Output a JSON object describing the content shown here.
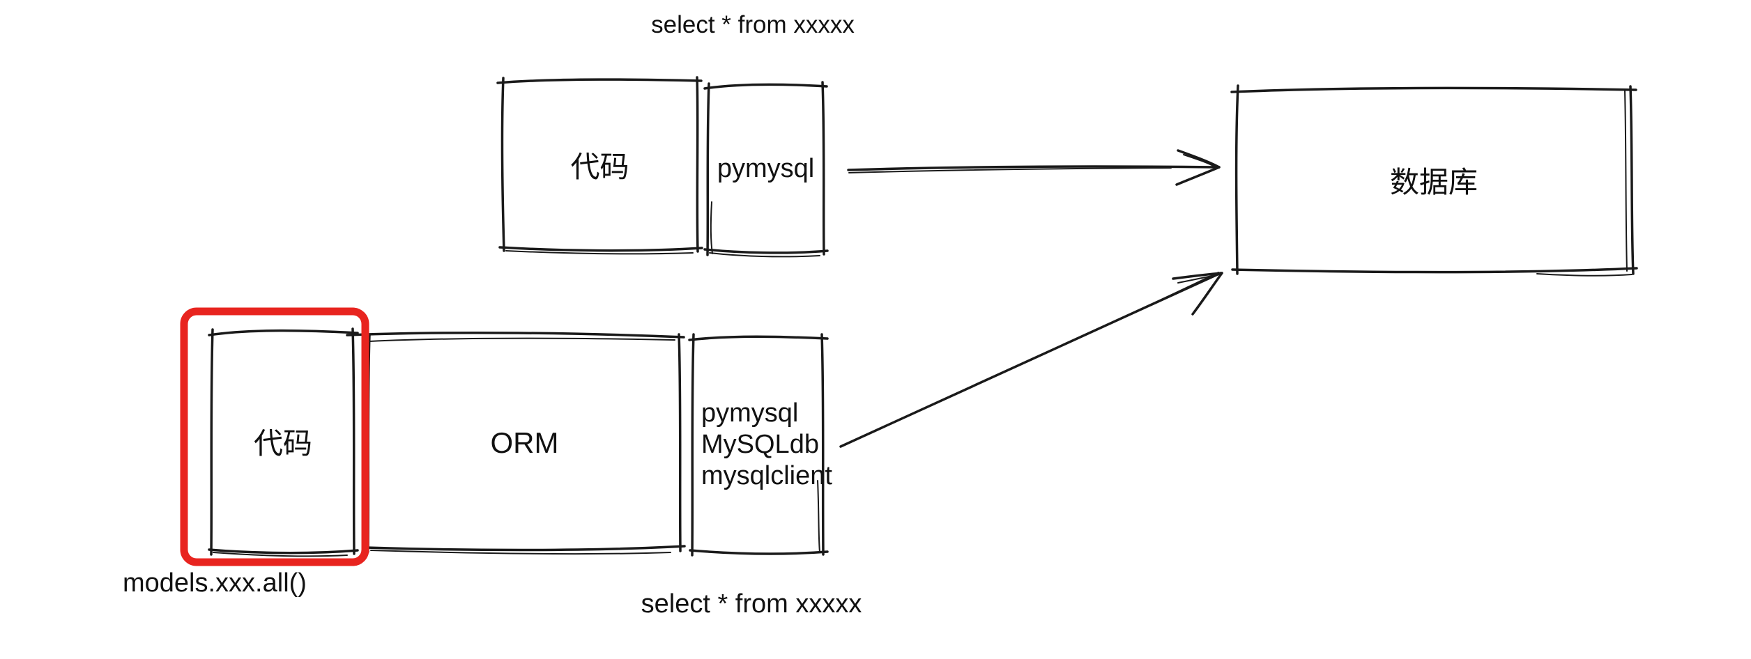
{
  "diagram": {
    "background": "#ffffff",
    "ink_color": "#1a1a1a",
    "highlight_color": "#e8241f",
    "annotations": {
      "top_sql": "select * from xxxxx",
      "bottom_sql": "select * from xxxxx",
      "models_call": "models.xxx.all()"
    },
    "nodes": {
      "code_top": {
        "label": "代码"
      },
      "driver_top": {
        "label": "pymysql"
      },
      "database": {
        "label": "数据库"
      },
      "code_bottom": {
        "label": "代码"
      },
      "orm": {
        "label": "ORM"
      },
      "drivers_bottom": {
        "lines": [
          "pymysql",
          "MySQLdb",
          "mysqlclient"
        ]
      }
    }
  }
}
